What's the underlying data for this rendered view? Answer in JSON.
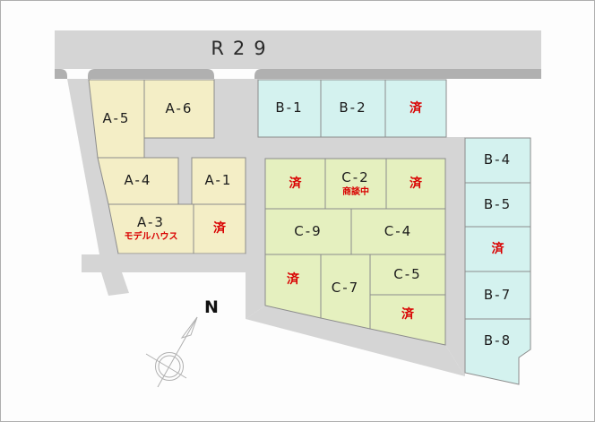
{
  "road": {
    "label": "R29"
  },
  "compass": {
    "label": "N"
  },
  "colors": {
    "road": "#d5d5d5",
    "road_shoulder": "#b0b0b0",
    "lot_group_a": "#f4eec6",
    "lot_group_b": "#d4f2ef",
    "lot_group_c": "#e5f0bf",
    "sold_text": "#d90000",
    "lot_border": "#8c8c8c"
  },
  "lots": {
    "a5": {
      "label": "A-5"
    },
    "a6": {
      "label": "A-6"
    },
    "a4": {
      "label": "A-4"
    },
    "a1": {
      "label": "A-1"
    },
    "a3": {
      "label": "A-3",
      "note": "モデルハウス"
    },
    "a_sold": {
      "label": "済"
    },
    "b1": {
      "label": "B-1"
    },
    "b2": {
      "label": "B-2"
    },
    "b_top_sold": {
      "label": "済"
    },
    "c_sold_left": {
      "label": "済"
    },
    "c2": {
      "label": "C-2",
      "note": "商談中"
    },
    "c_sold_right": {
      "label": "済"
    },
    "c9": {
      "label": "C-9"
    },
    "c4": {
      "label": "C-4"
    },
    "c_sold_bottom": {
      "label": "済"
    },
    "c7": {
      "label": "C-7"
    },
    "c5": {
      "label": "C-5"
    },
    "c5_sold": {
      "label": "済"
    },
    "b4": {
      "label": "B-4"
    },
    "b5": {
      "label": "B-5"
    },
    "b_col_sold": {
      "label": "済"
    },
    "b7": {
      "label": "B-7"
    },
    "b8": {
      "label": "B-8"
    }
  }
}
